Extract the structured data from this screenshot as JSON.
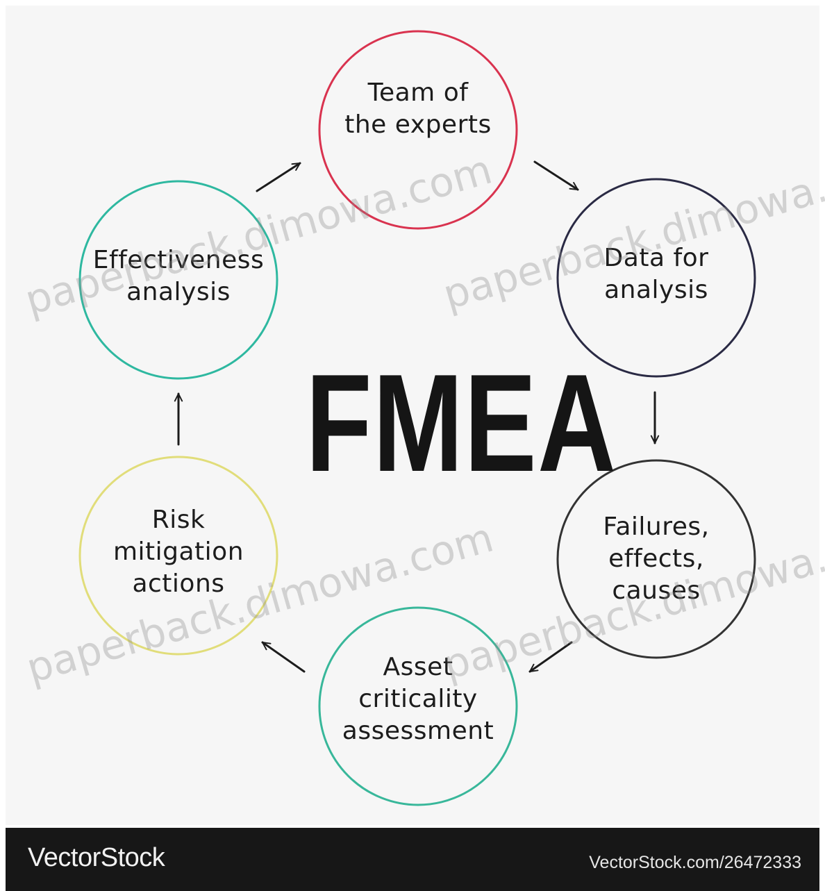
{
  "diagram": {
    "title": "FMEA",
    "nodes": [
      {
        "id": "team",
        "label": "Team of\nthe experts",
        "color": "#d9334f"
      },
      {
        "id": "data",
        "label": "Data for\nanalysis",
        "color": "#2a2a44"
      },
      {
        "id": "failures",
        "label": "Failures,\neffects,\ncauses",
        "color": "#333333"
      },
      {
        "id": "asset",
        "label": "Asset\ncriticality\nassessment",
        "color": "#38b79a"
      },
      {
        "id": "risk",
        "label": "Risk\nmitigation\nactions",
        "color": "#e1dd7a"
      },
      {
        "id": "effectiveness",
        "label": "Effectiveness\nanalysis",
        "color": "#2eb8a0"
      }
    ],
    "edges": [
      {
        "from": "effectiveness",
        "to": "team"
      },
      {
        "from": "team",
        "to": "data"
      },
      {
        "from": "data",
        "to": "failures"
      },
      {
        "from": "failures",
        "to": "asset"
      },
      {
        "from": "asset",
        "to": "risk"
      },
      {
        "from": "risk",
        "to": "effectiveness"
      }
    ]
  },
  "watermark": {
    "text": "paperback.dimowa.com"
  },
  "footer": {
    "brand": "VectorStock",
    "url": "VectorStock.com/26472333"
  },
  "colors": {
    "background": "#f6f6f6",
    "footer_bg": "#171717",
    "text": "#1c1c1c",
    "arrow": "#1c1c1c"
  }
}
